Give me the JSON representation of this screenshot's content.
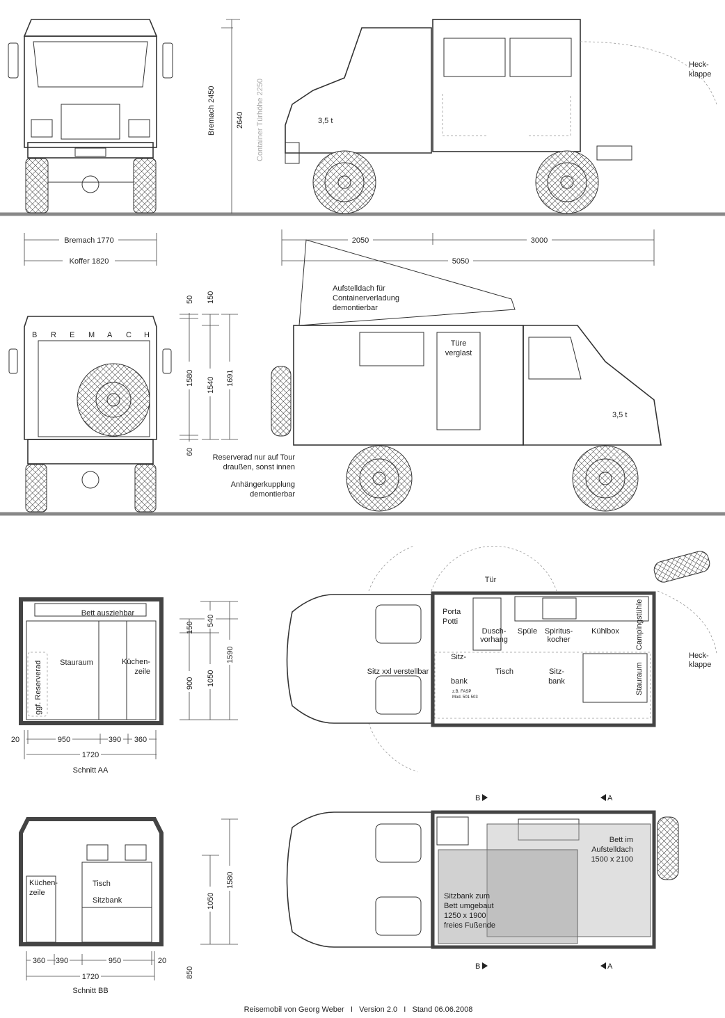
{
  "title": "Reisemobil Bremach Zeichnung",
  "side_view_top": {
    "dim_bremach_height": "Bremach 2450",
    "dim_total_height": "2640",
    "dim_container_door": "Container Türhöhe 2250",
    "weight_badge": "3,5 t",
    "tailgate_label": [
      "Heck-",
      "klappe"
    ]
  },
  "dimensions_row": {
    "bremach_width": "Bremach 1770",
    "box_width": "Koffer 1820",
    "wheelbase_front": "2050",
    "rear_section": "3000",
    "total_length": "5050"
  },
  "rear_view": {
    "brand": [
      "B",
      "R",
      "E",
      "M",
      "A",
      "C",
      "H"
    ],
    "dims": {
      "top_a": "50",
      "top_b": "150",
      "body_a": "1580",
      "body_b": "1540",
      "body_c": "1691",
      "bottom": "60"
    }
  },
  "side_view_middle": {
    "roof_note": [
      "Aufstelldach für",
      "Containerverladung",
      "demontierbar"
    ],
    "door_note": [
      "Türe",
      "verglast"
    ],
    "weight_badge": "3,5 t",
    "spare_note": [
      "Reserverad nur auf Tour",
      "draußen, sonst innen"
    ],
    "hitch_note": [
      "Anhängerkupplung",
      "demontierbar"
    ]
  },
  "section_aa": {
    "bed": "Bett ausziehbar",
    "storage": "Stauraum",
    "kitchen": [
      "Küchen-",
      "zeile"
    ],
    "spare": "ggf. Reserverad",
    "vdims": {
      "a": "150",
      "b": "540",
      "c": "900",
      "d": "1050",
      "e": "1590"
    },
    "hdims": {
      "a": "20",
      "b": "950",
      "c": "390",
      "d": "360",
      "total": "1720"
    },
    "caption": "Schnitt AA"
  },
  "plan_top": {
    "door": "Tür",
    "toilet": [
      "Porta",
      "Potti"
    ],
    "shower": [
      "Dusch-",
      "vorhang"
    ],
    "sink": "Spüle",
    "stove": [
      "Spiritus-",
      "kocher"
    ],
    "fridge": "Kühlbox",
    "chairs": "Campingstühle",
    "seat": "Sitz xxl verstellbar",
    "bench_left": [
      "Sitz-",
      "bank"
    ],
    "bench_note": [
      "z.B. FASP",
      "Mod. 501 503"
    ],
    "table": "Tisch",
    "bench_right": [
      "Sitz-",
      "bank"
    ],
    "storage": "Stauraum",
    "tailgate": [
      "Heck-",
      "klappe"
    ],
    "marker_b": "B",
    "marker_a": "A"
  },
  "section_bb": {
    "kitchen": [
      "Küchen-",
      "zeile"
    ],
    "table": "Tisch",
    "bench": "Sitzbank",
    "vdims": {
      "a": "1050",
      "b": "1580",
      "c": "850"
    },
    "hdims": {
      "a": "360",
      "b": "390",
      "c": "950",
      "d": "20",
      "total": "1720"
    },
    "caption": "Schnitt BB"
  },
  "plan_bottom": {
    "roof_bed": [
      "Bett im",
      "Aufstelldach",
      "1500 x 2100"
    ],
    "bench_bed": [
      "Sitzbank zum",
      "Bett umgebaut",
      "1250 x 1900",
      "freies Fußende"
    ],
    "marker_b": "B",
    "marker_a": "A"
  },
  "footer": "Reisemobil von Georg Weber   I   Version 2.0   I   Stand 06.06.2008"
}
